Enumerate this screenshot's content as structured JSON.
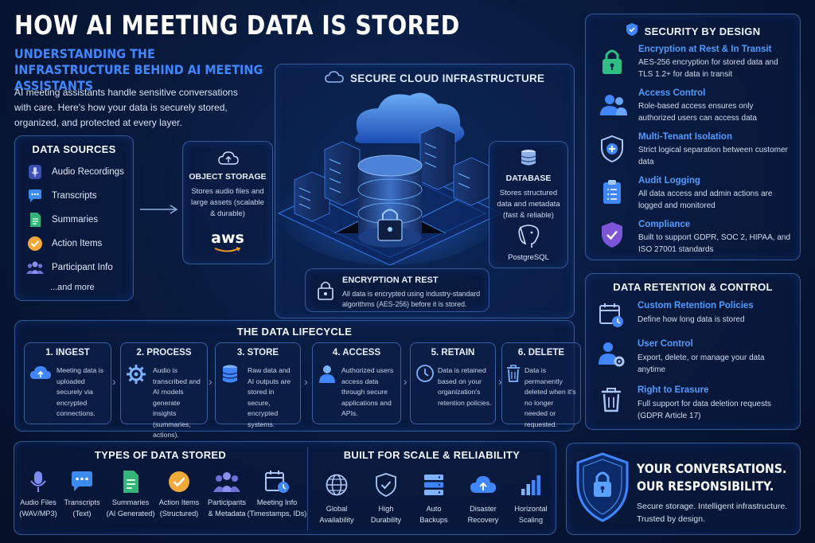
{
  "header": {
    "title": "HOW AI MEETING DATA IS STORED",
    "subtitle": "UNDERSTANDING THE INFRASTRUCTURE BEHIND AI MEETING ASSISTANTS",
    "intro": "AI meeting assistants handle sensitive conversations with care. Here's how your data is securely stored, organized, and protected at every layer."
  },
  "data_sources": {
    "title": "DATA SOURCES",
    "items": [
      "Audio Recordings",
      "Transcripts",
      "Summaries",
      "Action Items",
      "Participant Info"
    ],
    "more": "...and more"
  },
  "cloud": {
    "title": "SECURE CLOUD INFRASTRUCTURE",
    "object_storage": {
      "title": "OBJECT STORAGE",
      "text": "Stores audio files and large assets (scalable & durable)",
      "logo": "aws"
    },
    "database": {
      "title": "DATABASE",
      "text": "Stores structured data and metadata (fast & reliable)",
      "logo": "PostgreSQL"
    },
    "encryption": {
      "title": "ENCRYPTION AT REST",
      "text": "All data is encrypted using industry-standard algorithms (AES-256) before it is stored."
    }
  },
  "lifecycle": {
    "title": "THE DATA LIFECYCLE",
    "steps": [
      {
        "title": "1. INGEST",
        "text": "Meeting data is uploaded securely via encrypted connections."
      },
      {
        "title": "2. PROCESS",
        "text": "Audio is transcribed and AI models generate insights (summaries, actions)."
      },
      {
        "title": "3. STORE",
        "text": "Raw data and AI outputs are stored in secure, encrypted systems."
      },
      {
        "title": "4. ACCESS",
        "text": "Authorized users access data through secure applications and APIs."
      },
      {
        "title": "5. RETAIN",
        "text": "Data is retained based on your organization's retention policies."
      },
      {
        "title": "6. DELETE",
        "text": "Data is permanently deleted when it's no longer needed or requested."
      }
    ]
  },
  "security": {
    "title": "SECURITY BY DESIGN",
    "items": [
      {
        "title": "Encryption at Rest & In Transit",
        "text": "AES-256 encryption for stored data and TLS 1.2+ for data in transit"
      },
      {
        "title": "Access Control",
        "text": "Role-based access ensures only authorized users can access data"
      },
      {
        "title": "Multi-Tenant Isolation",
        "text": "Strict logical separation between customer data"
      },
      {
        "title": "Audit Logging",
        "text": "All data access and admin actions are logged and monitored"
      },
      {
        "title": "Compliance",
        "text": "Built to support GDPR, SOC 2, HIPAA, and ISO 27001 standards"
      }
    ]
  },
  "retention": {
    "title": "DATA RETENTION & CONTROL",
    "items": [
      {
        "title": "Custom Retention Policies",
        "text": "Define how long data is stored"
      },
      {
        "title": "User Control",
        "text": "Export, delete, or manage your data anytime"
      },
      {
        "title": "Right to Erasure",
        "text": "Full support for data deletion requests (GDPR Article 17)"
      }
    ]
  },
  "types": {
    "title": "TYPES OF DATA STORED",
    "items": [
      {
        "label": "Audio Files",
        "sub": "(WAV/MP3)"
      },
      {
        "label": "Transcripts",
        "sub": "(Text)"
      },
      {
        "label": "Summaries",
        "sub": "(AI Generated)"
      },
      {
        "label": "Action Items",
        "sub": "(Structured)"
      },
      {
        "label": "Participants",
        "sub": "& Metadata"
      },
      {
        "label": "Meeting Info",
        "sub": "(Timestamps, IDs)"
      }
    ]
  },
  "scale": {
    "title": "BUILT FOR SCALE & RELIABILITY",
    "items": [
      {
        "label": "Global",
        "sub": "Availability"
      },
      {
        "label": "High",
        "sub": "Durability"
      },
      {
        "label": "Auto",
        "sub": "Backups"
      },
      {
        "label": "Disaster",
        "sub": "Recovery"
      },
      {
        "label": "Horizontal",
        "sub": "Scaling"
      }
    ]
  },
  "closing": {
    "line1": "YOUR CONVERSATIONS.",
    "line2": "OUR RESPONSIBILITY.",
    "text": "Secure storage. Intelligent infrastructure. Trusted by design."
  },
  "colors": {
    "accent": "#3f86ff",
    "background": "#081a3d"
  }
}
